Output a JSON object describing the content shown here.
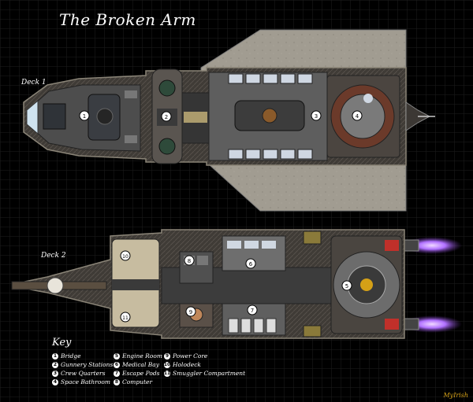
{
  "title": "The Broken Arm",
  "deck1_label": "Deck 1",
  "deck2_label": "Deck 2",
  "key_title": "Key",
  "key": [
    {
      "num": "1",
      "label": "Bridge"
    },
    {
      "num": "2",
      "label": "Gunnery Stations"
    },
    {
      "num": "3",
      "label": "Crew Quarters"
    },
    {
      "num": "4",
      "label": "Space Bathroom"
    },
    {
      "num": "5",
      "label": "Engine Room"
    },
    {
      "num": "6",
      "label": "Medical Bay"
    },
    {
      "num": "7",
      "label": "Escape Pods"
    },
    {
      "num": "8",
      "label": "Computer"
    },
    {
      "num": "9",
      "label": "Power Core"
    },
    {
      "num": "10",
      "label": "Holodeck"
    },
    {
      "num": "11",
      "label": "Smuggler Compartment"
    }
  ],
  "room_markers": {
    "deck1": [
      "1",
      "2",
      "3",
      "4"
    ],
    "deck2": [
      "10",
      "8",
      "6",
      "5",
      "11",
      "9",
      "7"
    ]
  },
  "credit": "MyIrish",
  "colors": {
    "background": "#000000",
    "grid": "#1c1c1c",
    "hull": "#4a4540",
    "wing": "#9a958b",
    "floor": "#6e6e6e",
    "corridor": "#3a3a3a",
    "engine_glow": "#b070ff",
    "credit": "#d4a017"
  }
}
